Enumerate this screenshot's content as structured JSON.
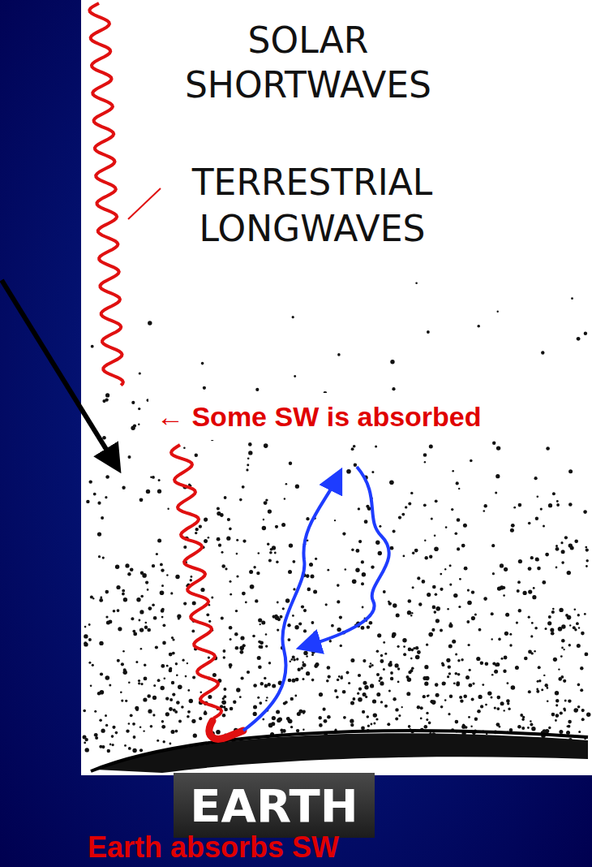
{
  "diagram": {
    "nodes": [
      {
        "text": [
          "← Some SW is absorbed"
        ]
      },
      {
        "text": [
          "EARTH"
        ]
      }
    ],
    "labels": [
      "SOLAR SHORTWAVES",
      "TERRESTRIAL LONGWAVES",
      "Earth absorbs SW"
    ]
  }
}
